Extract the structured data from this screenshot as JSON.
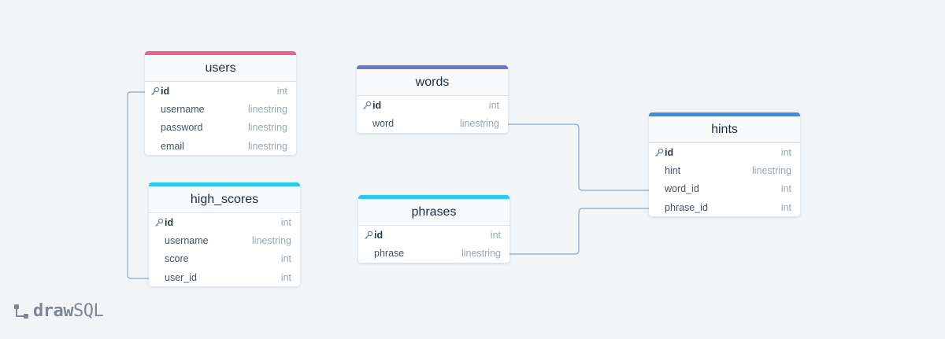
{
  "app": {
    "logo_word_1": "draw",
    "logo_word_2": "SQL"
  },
  "tables": [
    {
      "name": "users",
      "accent": "#e8668e",
      "fields": [
        {
          "name": "id",
          "type": "int",
          "pk": true
        },
        {
          "name": "username",
          "type": "linestring",
          "pk": false
        },
        {
          "name": "password",
          "type": "linestring",
          "pk": false
        },
        {
          "name": "email",
          "type": "linestring",
          "pk": false
        }
      ]
    },
    {
      "name": "high_scores",
      "accent": "#2ecbe6",
      "fields": [
        {
          "name": "id",
          "type": "int",
          "pk": true
        },
        {
          "name": "username",
          "type": "linestring",
          "pk": false
        },
        {
          "name": "score",
          "type": "int",
          "pk": false
        },
        {
          "name": "user_id",
          "type": "int",
          "pk": false
        }
      ]
    },
    {
      "name": "words",
      "accent": "#6e75c9",
      "fields": [
        {
          "name": "id",
          "type": "int",
          "pk": true
        },
        {
          "name": "word",
          "type": "linestring",
          "pk": false
        }
      ]
    },
    {
      "name": "phrases",
      "accent": "#2ecbe6",
      "fields": [
        {
          "name": "id",
          "type": "int",
          "pk": true
        },
        {
          "name": "phrase",
          "type": "linestring",
          "pk": false
        }
      ]
    },
    {
      "name": "hints",
      "accent": "#3b8fd9",
      "fields": [
        {
          "name": "id",
          "type": "int",
          "pk": true
        },
        {
          "name": "hint",
          "type": "linestring",
          "pk": false
        },
        {
          "name": "word_id",
          "type": "int",
          "pk": false
        },
        {
          "name": "phrase_id",
          "type": "int",
          "pk": false
        }
      ]
    }
  ],
  "relations": [
    {
      "from_table": "users",
      "from_field": "id",
      "to_table": "high_scores",
      "to_field": "user_id"
    },
    {
      "from_table": "words",
      "from_field": "word",
      "to_table": "hints",
      "to_field": "word_id"
    },
    {
      "from_table": "phrases",
      "from_field": "phrase",
      "to_table": "hints",
      "to_field": "phrase_id"
    }
  ]
}
